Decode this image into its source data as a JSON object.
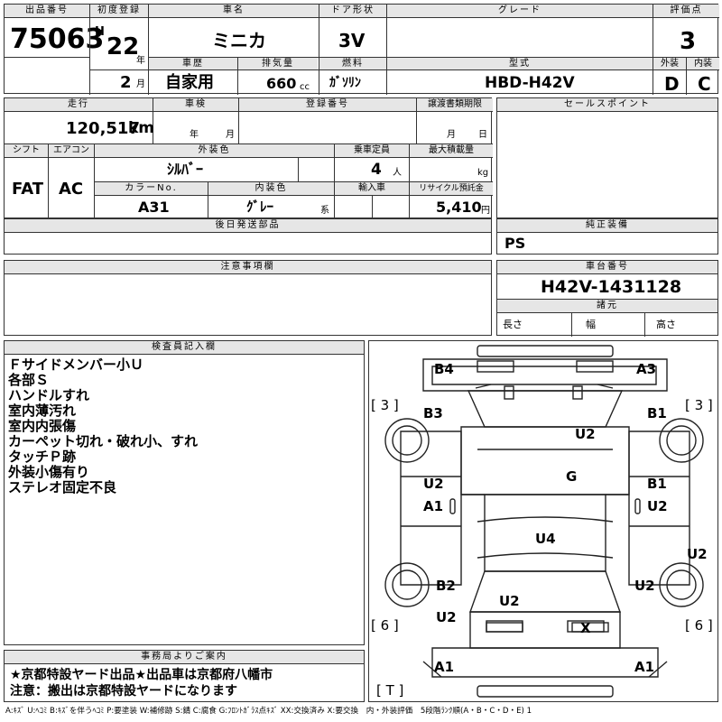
{
  "header": {
    "lot_label": "出品番号",
    "lot": "75063",
    "first_reg_label": "初度登録",
    "era": "H",
    "year": "22",
    "year_unit": "年",
    "month": "2",
    "month_unit": "月",
    "car_name_label": "車名",
    "car_name": "ミニカ",
    "door_label": "ドア形状",
    "door": "3V",
    "grade_label": "グレード",
    "grade": "",
    "score_label": "評価点",
    "score": "3",
    "history_label": "車歴",
    "history": "自家用",
    "displacement_label": "排気量",
    "displacement": "660",
    "displacement_unit": "cc",
    "fuel_label": "燃料",
    "fuel": "ｶﾞｿﾘﾝ",
    "model_label": "型式",
    "model": "HBD-H42V",
    "ext_label": "外装",
    "ext_grade": "D",
    "int_label": "内装",
    "int_grade": "C"
  },
  "specs": {
    "mileage_label": "走行",
    "mileage": "120,517",
    "mileage_unit": "km",
    "inspection_label": "車検",
    "insp_year_unit": "年",
    "insp_month_unit": "月",
    "regno_label": "登録番号",
    "transfer_label": "譲渡書類期限",
    "transfer_month_unit": "月",
    "transfer_day_unit": "日",
    "shift_label": "シフト",
    "shift": "FAT",
    "ac_label": "エアコン",
    "ac": "AC",
    "color_label": "外装色",
    "color": "ｼﾙﾊﾞｰ",
    "capacity_label": "乗車定員",
    "capacity": "4",
    "capacity_unit": "人",
    "load_label": "最大積載量",
    "load_unit": "kg",
    "color_no_label": "カラーNo.",
    "color_no": "A31",
    "int_color_label": "内装色",
    "int_color": "ｸﾞﾚｰ",
    "int_color_suffix": "系",
    "import_label": "輸入車",
    "recycle_label": "リサイクル預託金",
    "recycle": "5,410",
    "recycle_unit": "円"
  },
  "later_parts_label": "後日発送部品",
  "sales_points_label": "セールスポイント",
  "genuine_label": "純正装備",
  "genuine": "PS",
  "caution_label": "注意事項欄",
  "chassis_label": "車台番号",
  "chassis": "H42V-1431128",
  "dims_label": "諸元",
  "length_label": "長さ",
  "width_label": "幅",
  "height_label": "高さ",
  "inspector_label": "検査員記入欄",
  "inspector_notes": [
    "Ｆサイドメンバー小Ｕ",
    "各部Ｓ",
    "ハンドルすれ",
    "室内薄汚れ",
    "室内内張傷",
    "カーペット切れ・破れ小、すれ",
    "タッチＰ跡",
    "外装小傷有り",
    "ステレオ固定不良"
  ],
  "office_label": "事務局よりご案内",
  "office_lines": [
    "★京都特設ヤード出品★出品車は京都府八幡市",
    "注意：搬出は京都特設ヤードになります"
  ],
  "diagram": {
    "B4": "B4",
    "A3": "A3",
    "tl": "[ 3 ]",
    "tr": "[ 3 ]",
    "B3": "B3",
    "U2a": "U2",
    "B1a": "B1",
    "G": "G",
    "U2b": "U2",
    "B1b": "B1",
    "A1a": "A1",
    "U2c": "U2",
    "U4": "U4",
    "U2d": "U2",
    "B2": "B2",
    "U2e": "U2",
    "U2f": "U2",
    "bl": "[ 6 ]",
    "U2g": "U2",
    "X": "X",
    "br": "[ 6 ]",
    "A1b": "A1",
    "A1c": "A1",
    "T": "[ T ]"
  },
  "legend": "A:ｷｽﾞ U:ﾍｺﾐ B:ｷｽﾞを伴うﾍｺﾐ P:要塗装 W:補修跡 S:錆 C:腐食 G:ﾌﾛﾝﾄｶﾞﾗｽ点ｷｽﾞ XX:交換済み X:要交換　内・外装評価　5段階ﾗﾝｸ順(A・B・C・D・E) 1"
}
